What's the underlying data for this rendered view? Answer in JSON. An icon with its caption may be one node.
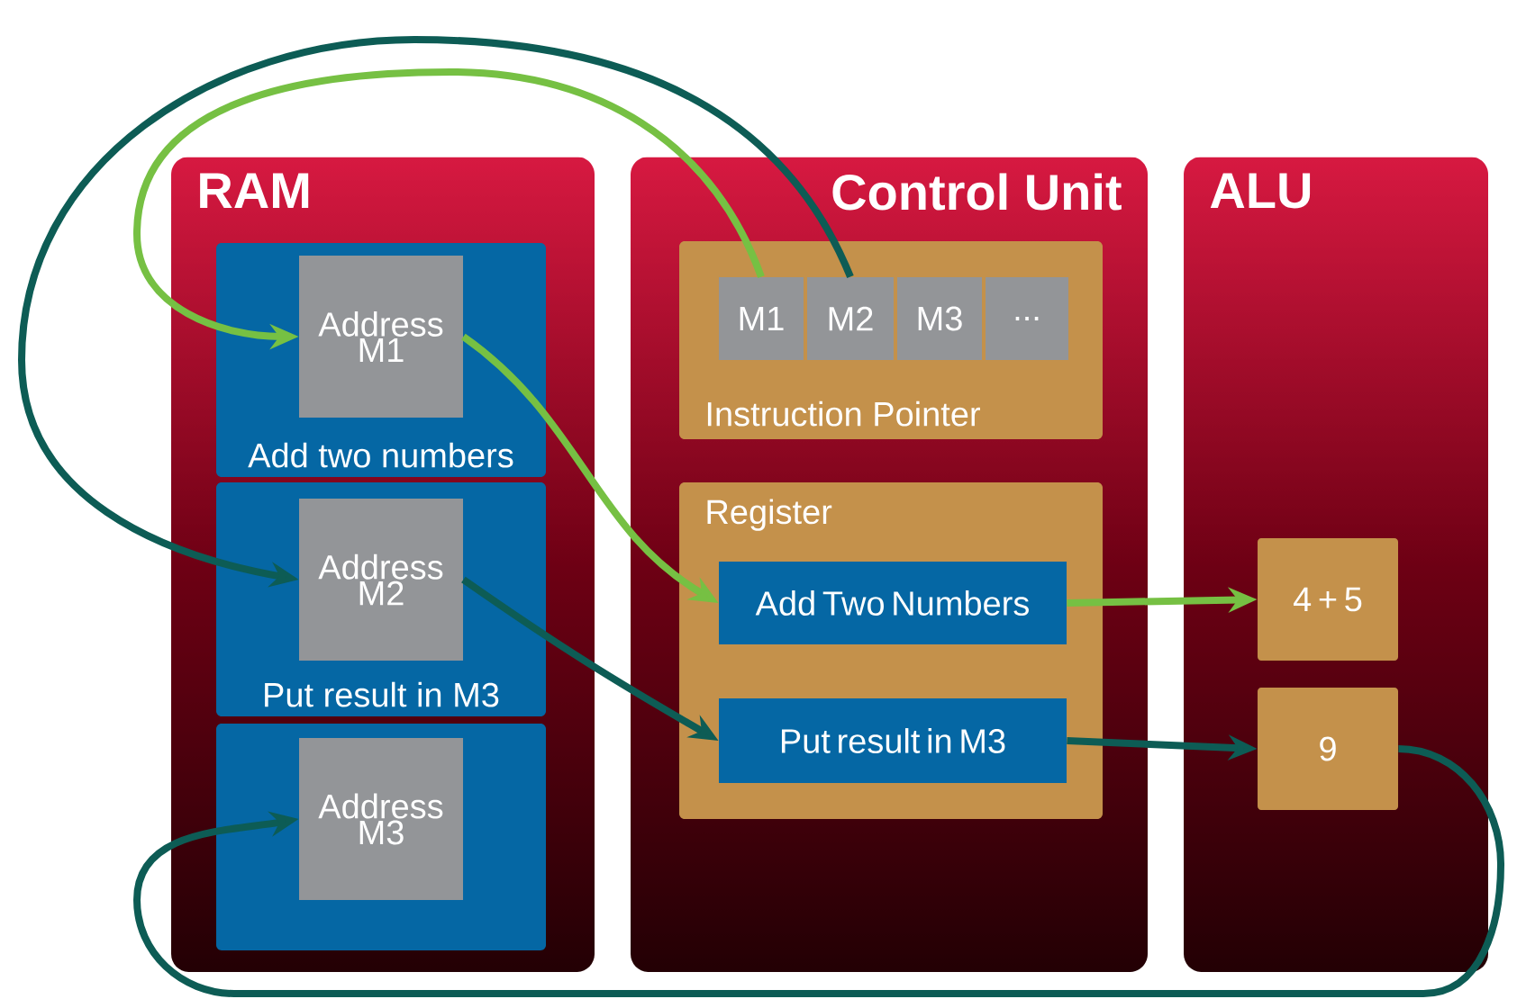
{
  "diagram": {
    "nodes": [
      {
        "text": [
          "RAM"
        ]
      },
      {
        "text": [
          "Add two numbers"
        ],
        "in": 0
      },
      {
        "text": [
          "Address M1"
        ],
        "in": 1
      },
      {
        "text": [
          "Put result in M3"
        ],
        "in": 0
      },
      {
        "text": [
          "Address M2"
        ],
        "in": 3
      },
      {
        "text": [],
        "shape": "box",
        "in": 0
      },
      {
        "text": [
          "Address M3"
        ],
        "in": 5
      },
      {
        "text": [
          "Control Unit"
        ]
      },
      {
        "text": [
          "Instruction Pointer"
        ],
        "in": 7
      },
      {
        "text": [
          "M1"
        ],
        "in": 8
      },
      {
        "text": [
          "M2"
        ],
        "in": 8
      },
      {
        "text": [
          "M3"
        ],
        "in": 8
      },
      {
        "text": [
          "..."
        ],
        "in": 8
      },
      {
        "text": [
          "Register"
        ],
        "in": 7
      },
      {
        "text": [
          "Add Two Numbers"
        ],
        "in": 13
      },
      {
        "text": [
          "Put result in M3"
        ],
        "in": 13
      },
      {
        "text": [
          "ALU"
        ]
      },
      {
        "text": [
          "4 + 5"
        ],
        "in": 16
      },
      {
        "text": [
          "9"
        ],
        "in": 16
      }
    ],
    "edges": [
      {
        "from": 9,
        "to": 2,
        "arrow": "to",
        "color": "#76c043"
      },
      {
        "from": 10,
        "to": 4,
        "arrow": "to"
      },
      {
        "from": 2,
        "to": 14,
        "arrow": "to",
        "color": "#76c043"
      },
      {
        "from": 4,
        "to": 15,
        "arrow": "to"
      },
      {
        "from": 14,
        "to": 17,
        "arrow": "to",
        "color": "#76c043"
      },
      {
        "from": 15,
        "to": 18,
        "arrow": "to"
      },
      {
        "from": 18,
        "to": 6,
        "arrow": "to"
      }
    ]
  }
}
